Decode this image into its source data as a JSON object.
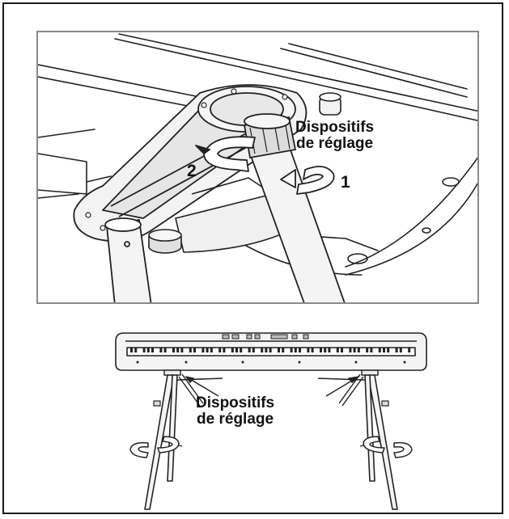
{
  "top_panel": {
    "label_line1": "Dispositifs",
    "label_line2": "de réglage",
    "step_1": "1",
    "step_2": "2"
  },
  "bottom_panel": {
    "label_line1": "Dispositifs",
    "label_line2": "de réglage"
  },
  "colors": {
    "line": "#222222",
    "fill_light": "#f3f3f3",
    "fill_mid": "#d9d9d9",
    "panel_border": "#8a8a8a"
  }
}
